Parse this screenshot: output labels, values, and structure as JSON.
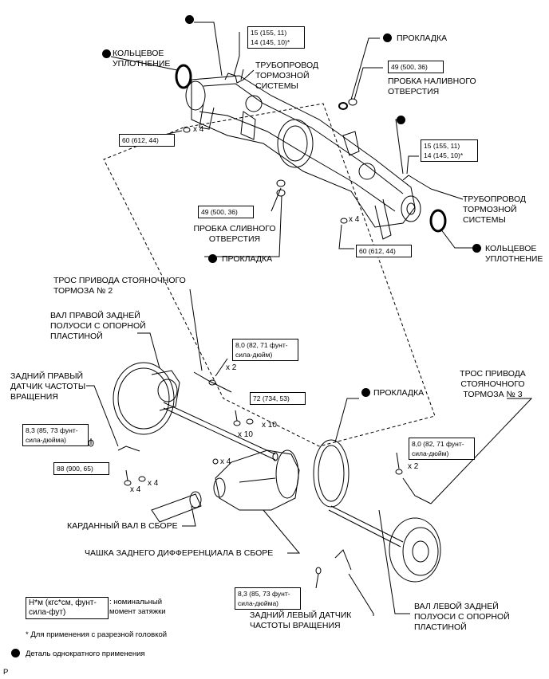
{
  "top_assembly": {
    "o_ring_left": "КОЛЬЦЕВОЕ\nУПЛОТНЕНИЕ",
    "brake_line_left": "ТРУБОПРОВОД\nТОРМОЗНОЙ\nСИСТЕМЫ",
    "torque_brake_left": "15 (155, 11)\n14 (145, 10)*",
    "gasket_top": "ПРОКЛАДКА",
    "filler_torque": "49 (500, 36)",
    "filler_plug": "ПРОБКА НАЛИВНОГО\nОТВЕРСТИЯ",
    "torque_nut_left": "60 (612, 44)",
    "qty_nut_left": "x 4",
    "torque_brake_right": "15 (155, 11)\n14 (145, 10)*",
    "brake_line_right": "ТРУБОПРОВОД\nТОРМОЗНОЙ\nСИСТЕМЫ",
    "drain_torque": "49 (500, 36)",
    "drain_plug": "ПРОБКА СЛИВНОГО\nОТВЕРСТИЯ",
    "gasket_drain": "ПРОКЛАДКА",
    "qty_nut_right": "x 4",
    "torque_nut_right": "60 (612, 44)",
    "o_ring_right": "КОЛЬЦЕВОЕ\nУПЛОТНЕНИЕ"
  },
  "lower_assembly": {
    "cable_2": "ТРОС ПРИВОДА СТОЯНОЧНОГО\nТОРМОЗА № 2",
    "right_shaft": "ВАЛ ПРАВОЙ ЗАДНЕЙ\nПОЛУОСИ С ОПОРНОЙ\nПЛАСТИНОЙ",
    "torque_cable2": "8,0 (82, 71 фунт-\nсила-дюйм)",
    "qty_cable2": "x 2",
    "right_sensor": "ЗАДНИЙ ПРАВЫЙ\nДАТЧИК ЧАСТОТЫ\nВРАЩЕНИЯ",
    "torque_diff": "72 (734, 53)",
    "qty_diff_a": "x 10",
    "qty_diff_b": "x 10",
    "gasket_diff": "ПРОКЛАДКА",
    "cable_3": "ТРОС ПРИВОДА\nСТОЯНОЧНОГО\nТОРМОЗА № 3",
    "torque_sensor_right": "8,3 (85, 73 фунт-\nсила-дюйма)",
    "qty_diff_c": "x 4",
    "torque_cable3": "8,0 (82, 71 фунт-\nсила-дюйм)",
    "qty_cable3": "x 2",
    "torque_prop": "88 (900, 65)",
    "qty_prop_a": "x 4",
    "qty_prop_b": "x 4",
    "prop_shaft": "КАРДАННЫЙ ВАЛ В СБОРЕ",
    "diff_carrier": "ЧАШКА ЗАДНЕГО ДИФФЕРЕНЦИАЛА В СБОРЕ",
    "torque_sensor_left": "8,3 (85, 73 фунт-\nсила-дюйма)",
    "left_sensor": "ЗАДНИЙ ЛЕВЫЙ ДАТЧИК\nЧАСТОТЫ ВРАЩЕНИЯ",
    "left_shaft": "ВАЛ ЛЕВОЙ ЗАДНЕЙ\nПОЛУОСИ С ОПОРНОЙ\nПЛАСТИНОЙ"
  },
  "legend": {
    "key_box": "Н*м (кгс*см, фунт-\nсила-фут)",
    "key_desc": ": номинальный\nмомент затяжки",
    "footnote": "* Для применения с разрезной головкой",
    "single_use": "Деталь однократного применения",
    "corner": "P"
  }
}
